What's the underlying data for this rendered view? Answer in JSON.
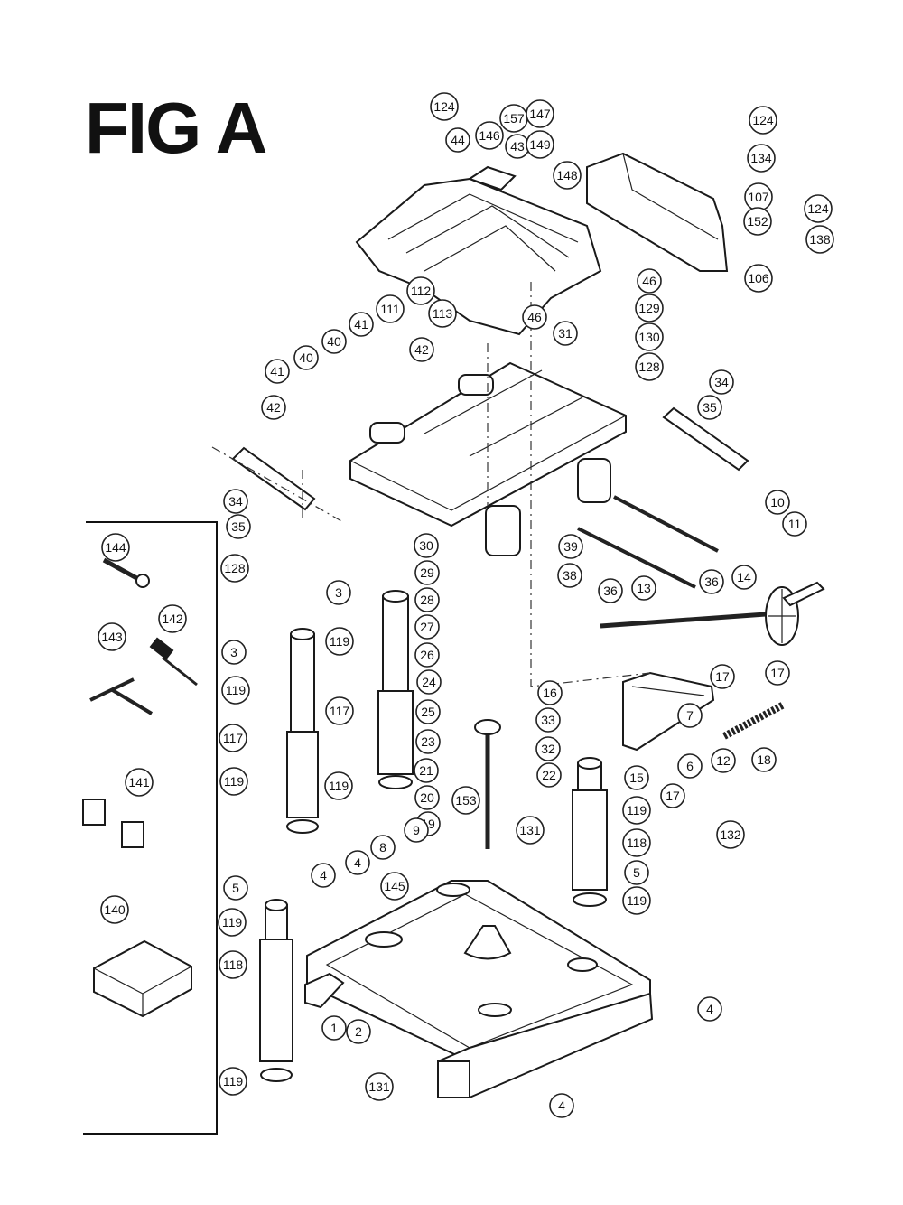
{
  "figure": {
    "title": "FIG A"
  },
  "callouts": [
    {
      "id": "c124a",
      "label": "124"
    },
    {
      "id": "c157",
      "label": "157"
    },
    {
      "id": "c147",
      "label": "147"
    },
    {
      "id": "c124b",
      "label": "124"
    },
    {
      "id": "c44",
      "label": "44"
    },
    {
      "id": "c146",
      "label": "146"
    },
    {
      "id": "c43",
      "label": "43"
    },
    {
      "id": "c149",
      "label": "149"
    },
    {
      "id": "c148",
      "label": "148"
    },
    {
      "id": "c134",
      "label": "134"
    },
    {
      "id": "c107",
      "label": "107"
    },
    {
      "id": "c124c",
      "label": "124"
    },
    {
      "id": "c152",
      "label": "152"
    },
    {
      "id": "c138",
      "label": "138"
    },
    {
      "id": "c106",
      "label": "106"
    },
    {
      "id": "c46a",
      "label": "46"
    },
    {
      "id": "c129",
      "label": "129"
    },
    {
      "id": "c112",
      "label": "112"
    },
    {
      "id": "c113",
      "label": "113"
    },
    {
      "id": "c46b",
      "label": "46"
    },
    {
      "id": "c130",
      "label": "130"
    },
    {
      "id": "c111",
      "label": "111"
    },
    {
      "id": "c31",
      "label": "31"
    },
    {
      "id": "c128a",
      "label": "128"
    },
    {
      "id": "c41a",
      "label": "41"
    },
    {
      "id": "c42a",
      "label": "42"
    },
    {
      "id": "c40a",
      "label": "40"
    },
    {
      "id": "c41b",
      "label": "41"
    },
    {
      "id": "c40b",
      "label": "40"
    },
    {
      "id": "c42b",
      "label": "42"
    },
    {
      "id": "c34a",
      "label": "34"
    },
    {
      "id": "c35a",
      "label": "35"
    },
    {
      "id": "c34b",
      "label": "34"
    },
    {
      "id": "c35b",
      "label": "35"
    },
    {
      "id": "c10",
      "label": "10"
    },
    {
      "id": "c11",
      "label": "11"
    },
    {
      "id": "c30",
      "label": "30"
    },
    {
      "id": "c39",
      "label": "39"
    },
    {
      "id": "c38",
      "label": "38"
    },
    {
      "id": "c144",
      "label": "144"
    },
    {
      "id": "c128b",
      "label": "128"
    },
    {
      "id": "c29",
      "label": "29"
    },
    {
      "id": "c36a",
      "label": "36"
    },
    {
      "id": "c36b",
      "label": "36"
    },
    {
      "id": "c14",
      "label": "14"
    },
    {
      "id": "c142",
      "label": "142"
    },
    {
      "id": "c3a",
      "label": "3"
    },
    {
      "id": "c28",
      "label": "28"
    },
    {
      "id": "c13",
      "label": "13"
    },
    {
      "id": "c27",
      "label": "27"
    },
    {
      "id": "c143",
      "label": "143"
    },
    {
      "id": "c119a",
      "label": "119"
    },
    {
      "id": "c3b",
      "label": "3"
    },
    {
      "id": "c26",
      "label": "26"
    },
    {
      "id": "c24",
      "label": "24"
    },
    {
      "id": "c16",
      "label": "16"
    },
    {
      "id": "c17a",
      "label": "17"
    },
    {
      "id": "c17b",
      "label": "17"
    },
    {
      "id": "c119b",
      "label": "119"
    },
    {
      "id": "c117a",
      "label": "117"
    },
    {
      "id": "c25",
      "label": "25"
    },
    {
      "id": "c33",
      "label": "33"
    },
    {
      "id": "c7",
      "label": "7"
    },
    {
      "id": "c117b",
      "label": "117"
    },
    {
      "id": "c23",
      "label": "23"
    },
    {
      "id": "c32",
      "label": "32"
    },
    {
      "id": "c12",
      "label": "12"
    },
    {
      "id": "c18",
      "label": "18"
    },
    {
      "id": "c6",
      "label": "6"
    },
    {
      "id": "c21",
      "label": "21"
    },
    {
      "id": "c15",
      "label": "15"
    },
    {
      "id": "c22",
      "label": "22"
    },
    {
      "id": "c119c",
      "label": "119"
    },
    {
      "id": "c20",
      "label": "20"
    },
    {
      "id": "c17c",
      "label": "17"
    },
    {
      "id": "c141",
      "label": "141"
    },
    {
      "id": "c119d",
      "label": "119"
    },
    {
      "id": "c19",
      "label": "19"
    },
    {
      "id": "c119e",
      "label": "119"
    },
    {
      "id": "c153",
      "label": "153"
    },
    {
      "id": "c9",
      "label": "9"
    },
    {
      "id": "c118a",
      "label": "118"
    },
    {
      "id": "c131a",
      "label": "131"
    },
    {
      "id": "c132",
      "label": "132"
    },
    {
      "id": "c8",
      "label": "8"
    },
    {
      "id": "c4a",
      "label": "4"
    },
    {
      "id": "c5a",
      "label": "5"
    },
    {
      "id": "c4b",
      "label": "4"
    },
    {
      "id": "c145",
      "label": "145"
    },
    {
      "id": "c5b",
      "label": "5"
    },
    {
      "id": "c119f",
      "label": "119"
    },
    {
      "id": "c119g",
      "label": "119"
    },
    {
      "id": "c140",
      "label": "140"
    },
    {
      "id": "c118b",
      "label": "118"
    },
    {
      "id": "c4c",
      "label": "4"
    },
    {
      "id": "c1",
      "label": "1"
    },
    {
      "id": "c2",
      "label": "2"
    },
    {
      "id": "c119h",
      "label": "119"
    },
    {
      "id": "c131b",
      "label": "131"
    },
    {
      "id": "c4d",
      "label": "4"
    }
  ]
}
